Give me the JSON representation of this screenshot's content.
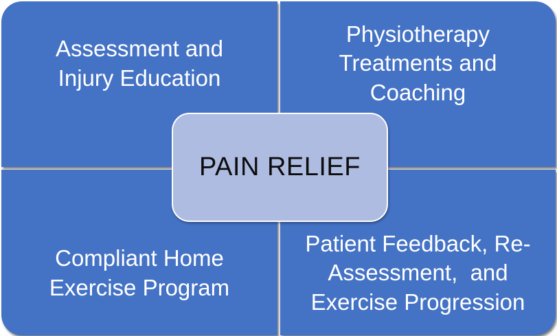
{
  "diagram": {
    "type": "matrix",
    "center": {
      "label": "PAIN RELIEF"
    },
    "quadrants": [
      {
        "id": "top-left",
        "label": "Assessment and\nInjury Education"
      },
      {
        "id": "top-right",
        "label": "Physiotherapy\nTreatments and\nCoaching"
      },
      {
        "id": "bottom-left",
        "label": "Compliant Home\nExercise Program"
      },
      {
        "id": "bottom-right",
        "label": "Patient Feedback, Re-\nAssessment,  and\nExercise Progression"
      }
    ],
    "colors": {
      "quadrant_fill": "#4472C4",
      "quadrant_text": "#FFFFFF",
      "center_fill": "#AFBCE1",
      "center_border": "#FFFFFF",
      "center_text": "#0D0D0D",
      "background": "#FFFFFF"
    }
  }
}
